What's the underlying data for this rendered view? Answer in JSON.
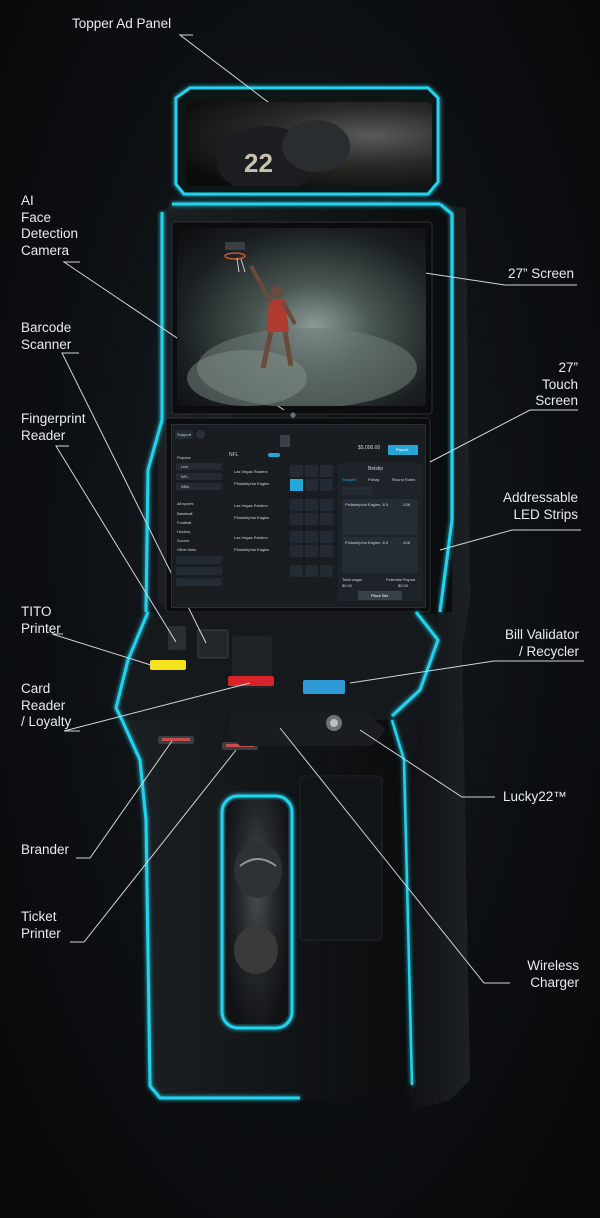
{
  "callouts": {
    "topper_ad_panel": "Topper Ad Panel",
    "ai_face_camera": "AI\nFace\nDetection\nCamera",
    "screen_27": "27” Screen",
    "touch_screen_27": "27”\nTouch\nScreen",
    "barcode_scanner": "Barcode\nScanner",
    "fingerprint_reader": "Fingerprint\nReader",
    "addressable_led_strips": "Addressable\nLED Strips",
    "tito_printer": "TITO\nPrinter",
    "bill_validator": "Bill Validator\n/ Recycler",
    "card_reader": "Card\nReader\n/ Loyalty",
    "lucky22": "Lucky22™",
    "brander": "Brander",
    "ticket_printer": "Ticket\nPrinter",
    "wireless_charger": "Wireless\nCharger"
  },
  "touchscreen": {
    "support": "Support",
    "league": "NFL",
    "balance": "$5,000.00",
    "payout": "Payout",
    "popular": "Popular",
    "live": "Live",
    "nfl": "NFL",
    "nba": "NBA",
    "all_sports": "All sports",
    "sports": [
      "Baseball",
      "Football",
      "Hockey",
      "Soccer"
    ],
    "other_links": "Other links",
    "betslip": "Betslip",
    "betslip_tabs": [
      "Straight",
      "Parlay",
      "Round Robin"
    ],
    "teams": [
      "Las Vegas Raiders",
      "Philadelphia Eagles",
      "Las Vegas Raiders",
      "Philadelphia Eagles",
      "Las Vegas Raiders",
      "Philadelphia Eagles"
    ],
    "bet_lines": [
      "Philadelphia Eagles -6.5",
      "Philadelphia Eagles -6.5"
    ],
    "odds": "-108",
    "total_wager": "Total wager",
    "potential_payout": "Potential Payout",
    "total_wager_value": "$0.00",
    "potential_payout_value": "$0.00",
    "place_bet": "Place Bet"
  },
  "colors": {
    "neon": "#22d3ee",
    "cabinet": "#141719",
    "label": "#e8ecef",
    "yellow_slot": "#f5e31a",
    "bill_slot": "#2f9bd6"
  }
}
